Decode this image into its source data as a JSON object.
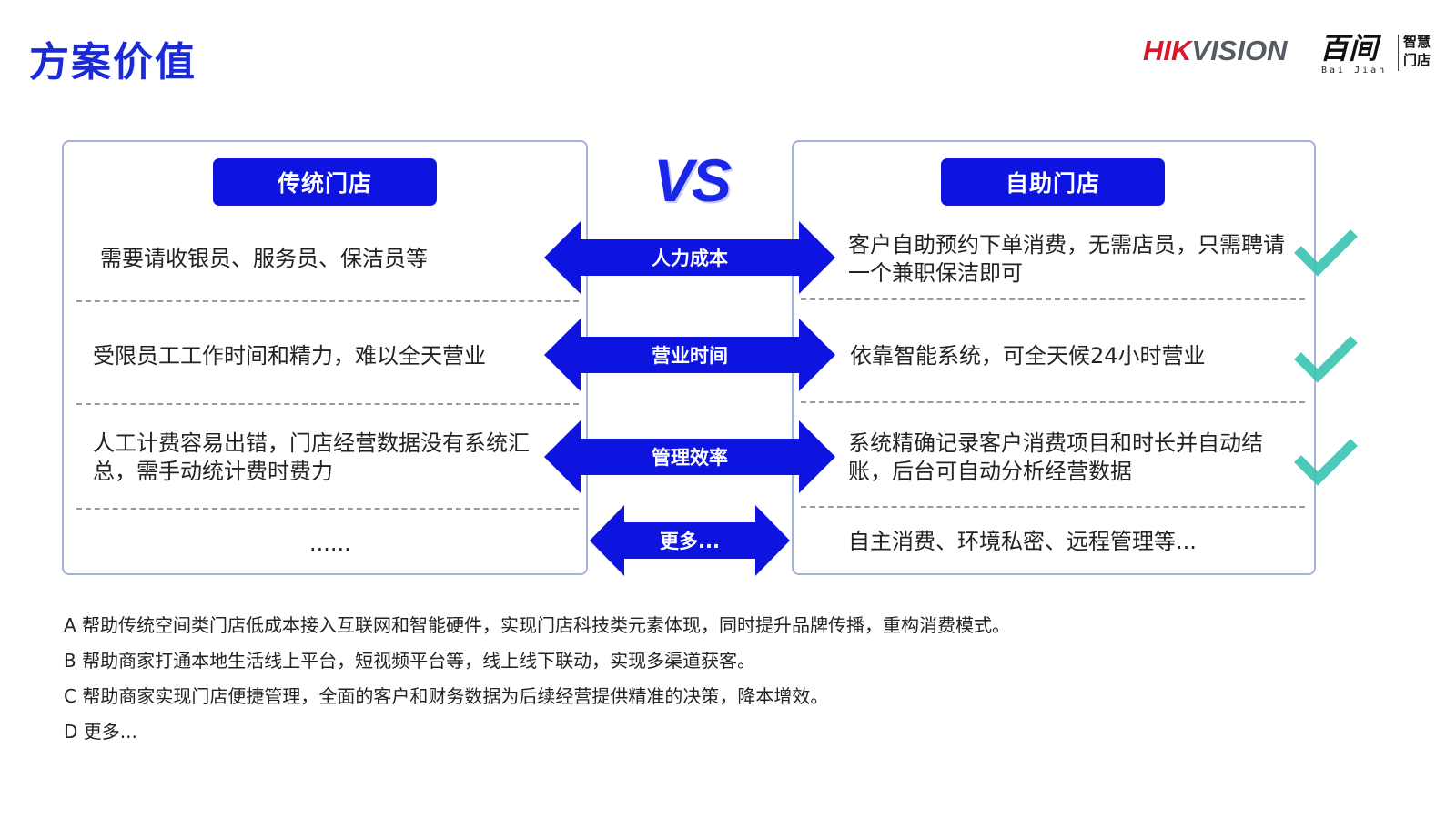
{
  "title": "方案价值",
  "logo": {
    "hik_red": "HIK",
    "hik_gray": "VISION",
    "baijian": "百间",
    "baijian_sub": "Bai Jian",
    "baijian_tag": "智慧门店"
  },
  "left_header": "传统门店",
  "right_header": "自助门店",
  "vs": "VS",
  "rows": [
    {
      "label": "人力成本",
      "left": "需要请收银员、服务员、保洁员等",
      "right": "客户自助预约下单消费，无需店员，只需聘请一个兼职保洁即可"
    },
    {
      "label": "营业时间",
      "left": "受限员工工作时间和精力，难以全天营业",
      "right": "依靠智能系统，可全天候24小时营业"
    },
    {
      "label": "管理效率",
      "left": "人工计费容易出错，门店经营数据没有系统汇总，需手动统计费时费力",
      "right": "系统精确记录客户消费项目和时长并自动结账，后台可自动分析经营数据"
    },
    {
      "label": "更多...",
      "left": "......",
      "right": "自主消费、环境私密、远程管理等..."
    }
  ],
  "notes": [
    "A 帮助传统空间类门店低成本接入互联网和智能硬件，实现门店科技类元素体现，同时提升品牌传播，重构消费模式。",
    "B 帮助商家打通本地生活线上平台，短视频平台等，线上线下联动，实现多渠道获客。",
    "C 帮助商家实现门店便捷管理，全面的客户和财务数据为后续经营提供精准的决策，降本增效。",
    "D 更多..."
  ],
  "colors": {
    "accent": "#0d14e0",
    "title": "#1a2ad6",
    "check": "#39c3b0",
    "panel_border": "#a3b3d8"
  }
}
